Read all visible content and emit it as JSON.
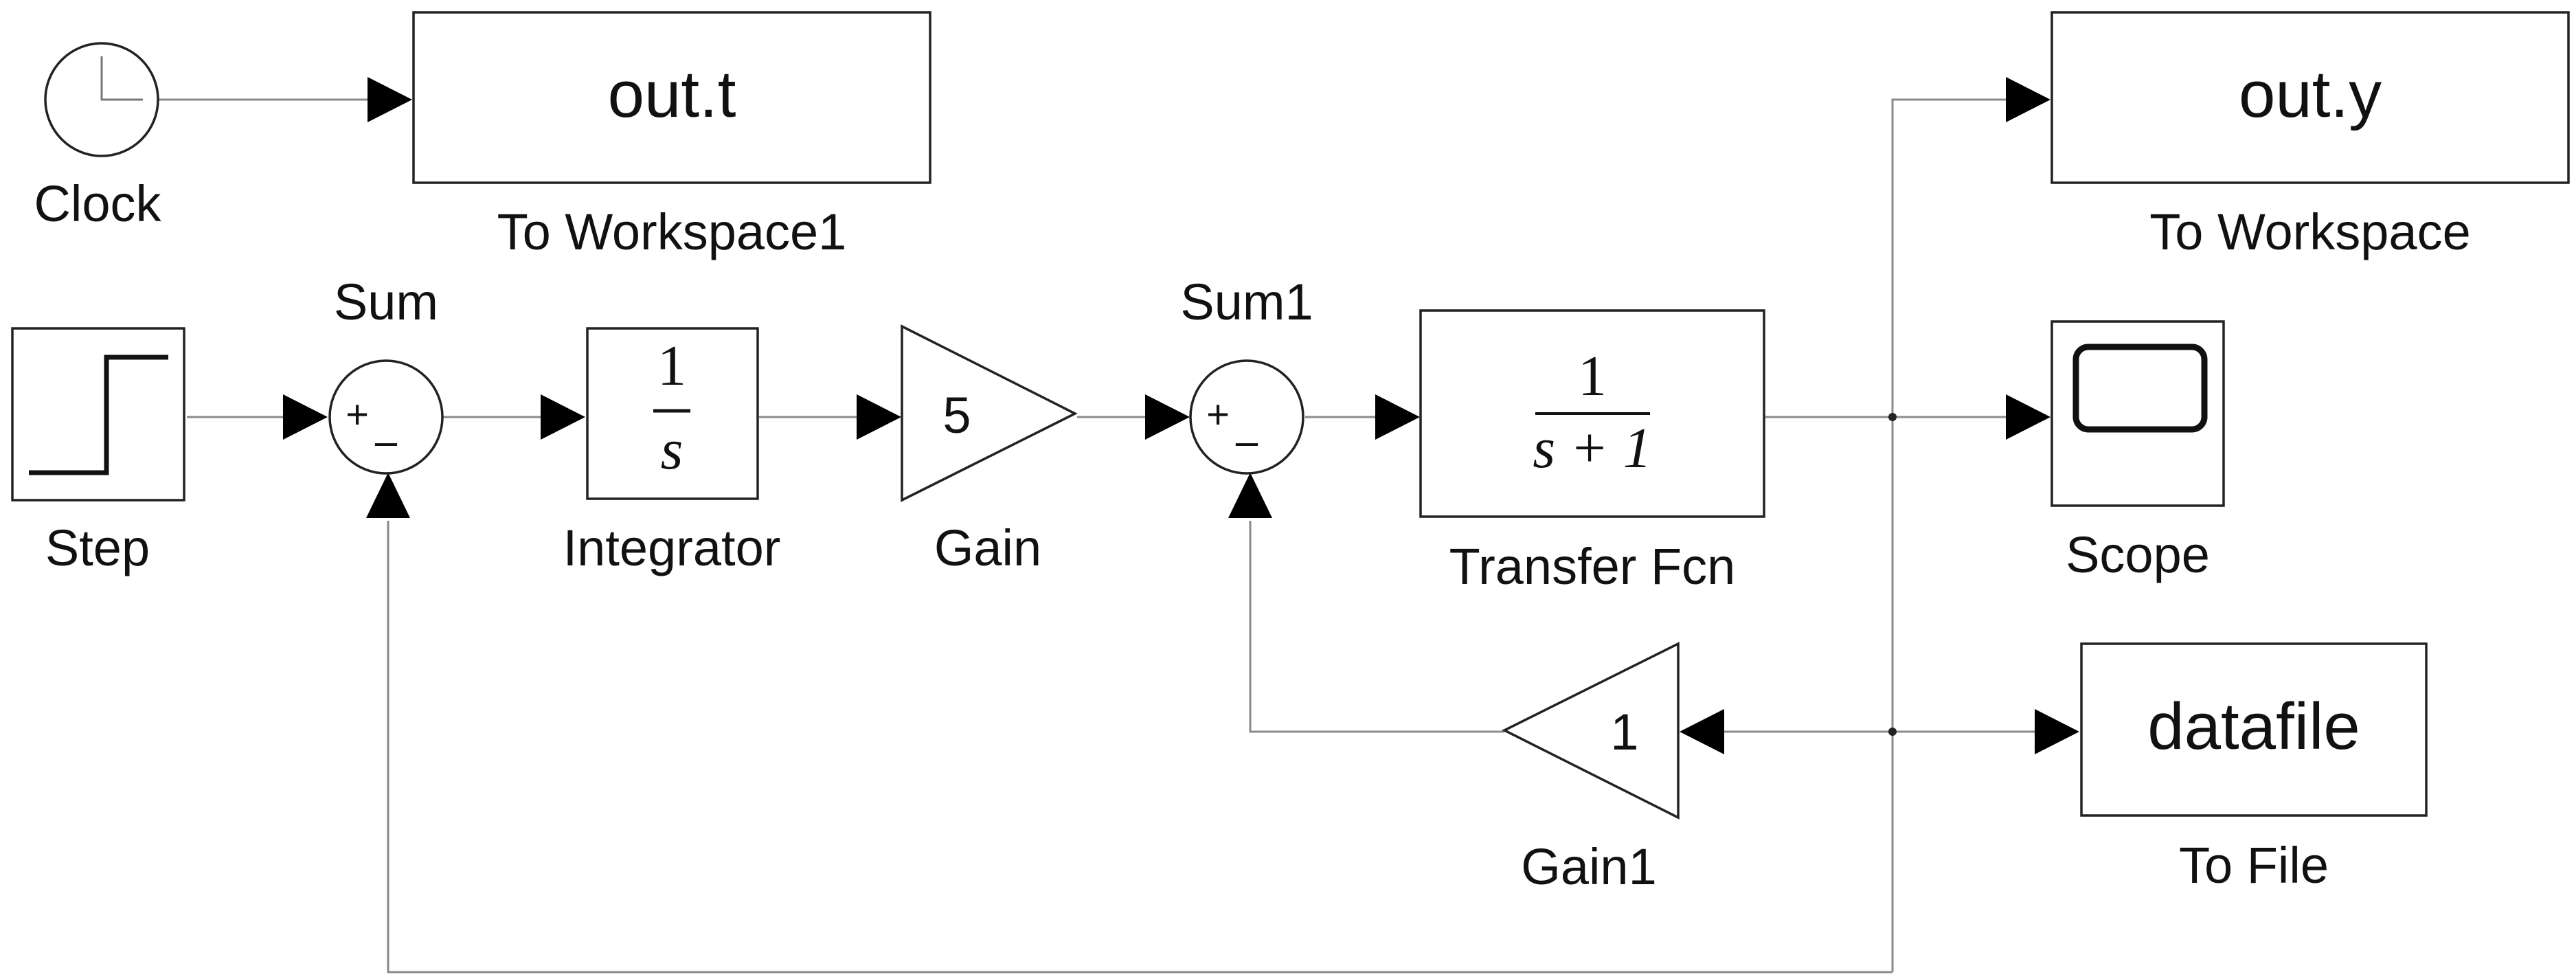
{
  "diagram": {
    "blocks": {
      "clock": {
        "label": "Clock"
      },
      "to_workspace1": {
        "label": "To Workspace1",
        "variable": "out.t"
      },
      "to_workspace": {
        "label": "To Workspace",
        "variable": "out.y"
      },
      "step": {
        "label": "Step"
      },
      "sum": {
        "label": "Sum",
        "signs": [
          "+",
          "–"
        ]
      },
      "integrator": {
        "label": "Integrator",
        "numerator": "1",
        "denominator": "s"
      },
      "gain": {
        "label": "Gain",
        "value": "5"
      },
      "sum1": {
        "label": "Sum1",
        "signs": [
          "+",
          "–"
        ]
      },
      "transfer_fcn": {
        "label": "Transfer Fcn",
        "numerator": "1",
        "denominator": "s + 1"
      },
      "scope": {
        "label": "Scope"
      },
      "gain1": {
        "label": "Gain1",
        "value": "1"
      },
      "to_file": {
        "label": "To File",
        "filename": "datafile"
      }
    }
  }
}
